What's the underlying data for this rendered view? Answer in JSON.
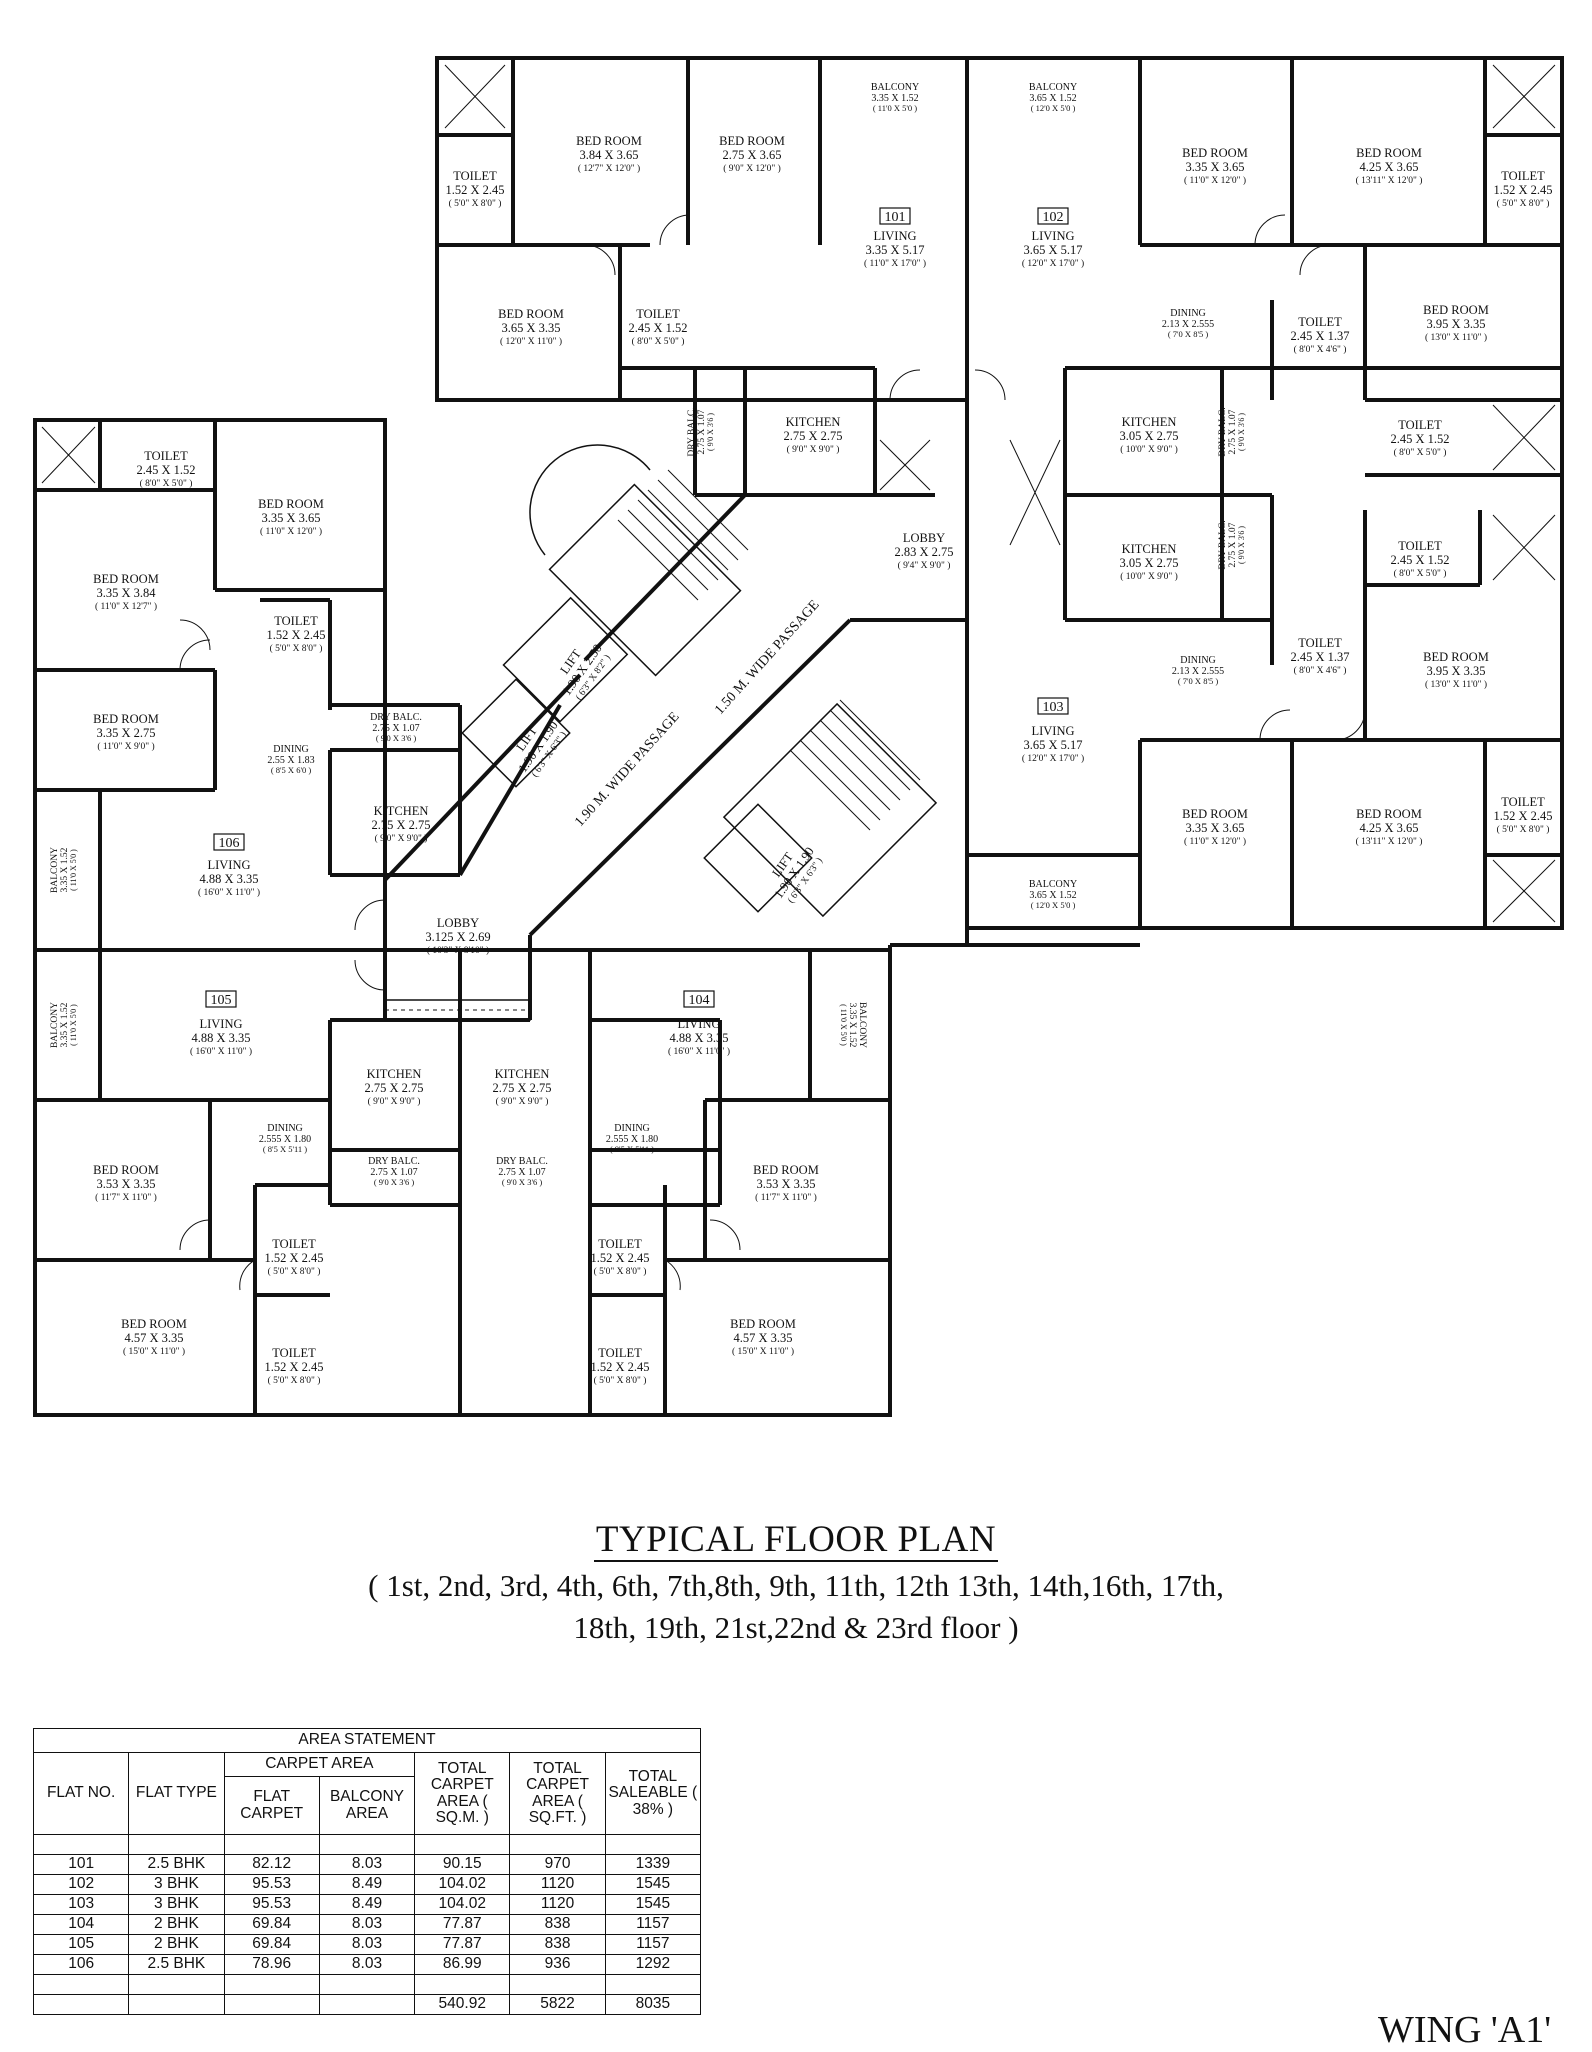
{
  "plan": {
    "rooms": [
      {
        "name": "BED ROOM",
        "dim": "3.84 X 3.65",
        "ft": "( 12'7\" X 12'0\" )"
      },
      {
        "name": "BED ROOM",
        "dim": "2.75 X 3.65",
        "ft": "( 9'0\" X 12'0\" )"
      },
      {
        "name": "BALCONY",
        "dim": "3.35 X 1.52",
        "ft": "( 11'0 X 5'0 )"
      },
      {
        "name": "BALCONY",
        "dim": "3.65 X 1.52",
        "ft": "( 12'0 X 5'0 )"
      },
      {
        "name": "BED ROOM",
        "dim": "3.35 X 3.65",
        "ft": "( 11'0\" X 12'0\" )"
      },
      {
        "name": "BED ROOM",
        "dim": "4.25 X 3.65",
        "ft": "( 13'11\" X 12'0\" )"
      },
      {
        "name": "TOILET",
        "dim": "1.52 X 2.45",
        "ft": "( 5'0\" X 8'0\" )"
      },
      {
        "name": "TOILET",
        "dim": "1.52 X 2.45",
        "ft": "( 5'0\" X 8'0\" )"
      },
      {
        "name": "LIVING",
        "dim": "3.35 X 5.17",
        "ft": "( 11'0\" X 17'0\" )"
      },
      {
        "name": "LIVING",
        "dim": "3.65 X 5.17",
        "ft": "( 12'0\" X 17'0\" )"
      },
      {
        "name": "BED ROOM",
        "dim": "3.65 X 3.35",
        "ft": "( 12'0\" X 11'0\" )"
      },
      {
        "name": "TOILET",
        "dim": "2.45 X 1.52",
        "ft": "( 8'0\" X 5'0\" )"
      },
      {
        "name": "DINING",
        "dim": "2.13 X 2.555",
        "ft": "( 7'0 X 8'5 )"
      },
      {
        "name": "TOILET",
        "dim": "2.45 X 1.37",
        "ft": "( 8'0\" X 4'6\" )"
      },
      {
        "name": "BED ROOM",
        "dim": "3.95 X 3.35",
        "ft": "( 13'0\" X 11'0\" )"
      },
      {
        "name": "KITCHEN",
        "dim": "2.75 X 2.75",
        "ft": "( 9'0\" X 9'0\" )"
      },
      {
        "name": "KITCHEN",
        "dim": "3.05 X 2.75",
        "ft": "( 10'0\" X 9'0\" )"
      },
      {
        "name": "TOILET",
        "dim": "2.45 X 1.52",
        "ft": "( 8'0\" X 5'0\" )"
      },
      {
        "name": "TOILET",
        "dim": "2.45 X 1.52",
        "ft": "( 8'0\" X 5'0\" )"
      },
      {
        "name": "BED ROOM",
        "dim": "3.35 X 3.65",
        "ft": "( 11'0\" X 12'0\" )"
      },
      {
        "name": "LOBBY",
        "dim": "2.83 X 2.75",
        "ft": "( 9'4\" X 9'0\" )"
      },
      {
        "name": "KITCHEN",
        "dim": "3.05 X 2.75",
        "ft": "( 10'0\" X 9'0\" )"
      },
      {
        "name": "TOILET",
        "dim": "2.45 X 1.52",
        "ft": "( 8'0\" X 5'0\" )"
      },
      {
        "name": "BED ROOM",
        "dim": "3.35 X 3.84",
        "ft": "( 11'0\" X 12'7\" )"
      },
      {
        "name": "TOILET",
        "dim": "1.52 X 2.45",
        "ft": "( 5'0\" X 8'0\" )"
      },
      {
        "name": "LIFT",
        "dim": "1.90 X 2.50",
        "ft": "( 6'3\" X 8'2\" )"
      },
      {
        "name": "DINING",
        "dim": "2.13 X 2.555",
        "ft": "( 7'0 X 8'5 )"
      },
      {
        "name": "TOILET",
        "dim": "2.45 X 1.37",
        "ft": "( 8'0\" X 4'6\" )"
      },
      {
        "name": "BED ROOM",
        "dim": "3.95 X 3.35",
        "ft": "( 13'0\" X 11'0\" )"
      },
      {
        "name": "BED ROOM",
        "dim": "3.35 X 2.75",
        "ft": "( 11'0\" X 9'0\" )"
      },
      {
        "name": "DRY BALC.",
        "dim": "2.75 X 1.07",
        "ft": "( 9'0 X 3'6 )"
      },
      {
        "name": "DINING",
        "dim": "2.55 X 1.83",
        "ft": "( 8'5 X 6'0 )"
      },
      {
        "name": "LIFT",
        "dim": "1.90 X 1.90",
        "ft": "( 6'3\" X 6'3\" )"
      },
      {
        "name": "LIVING",
        "dim": "3.65 X 5.17",
        "ft": "( 12'0\" X 17'0\" )"
      },
      {
        "name": "KITCHEN",
        "dim": "2.75 X 2.75",
        "ft": "( 9'0\" X 9'0\" )"
      },
      {
        "name": "BED ROOM",
        "dim": "3.35 X 3.65",
        "ft": "( 11'0\" X 12'0\" )"
      },
      {
        "name": "BED ROOM",
        "dim": "4.25 X 3.65",
        "ft": "( 13'11\" X 12'0\" )"
      },
      {
        "name": "TOILET",
        "dim": "1.52 X 2.45",
        "ft": "( 5'0\" X 8'0\" )"
      },
      {
        "name": "LIVING",
        "dim": "4.88 X 3.35",
        "ft": "( 16'0\" X 11'0\" )"
      },
      {
        "name": "LIFT",
        "dim": "1.90 X 1.90",
        "ft": "( 6'3\" X 6'3\" )"
      },
      {
        "name": "BALCONY",
        "dim": "3.65 X 1.52",
        "ft": "( 12'0 X 5'0 )"
      },
      {
        "name": "LOBBY",
        "dim": "3.125 X 2.69",
        "ft": "( 10'3\" X 8'10\" )"
      },
      {
        "name": "LIVING",
        "dim": "4.88 X 3.35",
        "ft": "( 16'0\" X 11'0\" )"
      },
      {
        "name": "LIVING",
        "dim": "4.88 X 3.35",
        "ft": "( 16'0\" X 11'0\" )"
      },
      {
        "name": "KITCHEN",
        "dim": "2.75 X 2.75",
        "ft": "( 9'0\" X 9'0\" )"
      },
      {
        "name": "KITCHEN",
        "dim": "2.75 X 2.75",
        "ft": "( 9'0\" X 9'0\" )"
      },
      {
        "name": "DINING",
        "dim": "2.555 X 1.80",
        "ft": "( 8'5 X 5'11 )"
      },
      {
        "name": "DINING",
        "dim": "2.555 X 1.80",
        "ft": "( 8'5 X 5'11 )"
      },
      {
        "name": "BED ROOM",
        "dim": "3.53 X 3.35",
        "ft": "( 11'7\" X 11'0\" )"
      },
      {
        "name": "BED ROOM",
        "dim": "3.53 X 3.35",
        "ft": "( 11'7\" X 11'0\" )"
      },
      {
        "name": "DRY BALC.",
        "dim": "2.75 X 1.07",
        "ft": "( 9'0 X 3'6 )"
      },
      {
        "name": "DRY BALC.",
        "dim": "2.75 X 1.07",
        "ft": "( 9'0 X 3'6 )"
      },
      {
        "name": "TOILET",
        "dim": "1.52 X 2.45",
        "ft": "( 5'0\" X 8'0\" )"
      },
      {
        "name": "TOILET",
        "dim": "1.52 X 2.45",
        "ft": "( 5'0\" X 8'0\" )"
      },
      {
        "name": "BED ROOM",
        "dim": "4.57 X 3.35",
        "ft": "( 15'0\" X 11'0\" )"
      },
      {
        "name": "BED ROOM",
        "dim": "4.57 X 3.35",
        "ft": "( 15'0\" X 11'0\" )"
      },
      {
        "name": "TOILET",
        "dim": "1.52 X 2.45",
        "ft": "( 5'0\" X 8'0\" )"
      },
      {
        "name": "TOILET",
        "dim": "1.52 X 2.45",
        "ft": "( 5'0\" X 8'0\" )"
      }
    ],
    "rotated_labels": [
      {
        "name": "DRY BALC.",
        "dim": "2.75 X 1.07",
        "ft": "( 9'0 X 3'6 )"
      },
      {
        "name": "DRY BALC.",
        "dim": "2.75 X 1.07",
        "ft": "( 9'0 X 3'6 )"
      },
      {
        "name": "DRY BALC.",
        "dim": "2.75 X 1.07",
        "ft": "( 9'0 X 3'6 )"
      },
      {
        "name": "BALCONY",
        "dim": "3.35 X 1.52",
        "ft": "( 11'0 X 5'0 )"
      },
      {
        "name": "BALCONY",
        "dim": "3.35 X 1.52",
        "ft": "( 11'0 X 5'0 )"
      },
      {
        "name": "BALCONY",
        "dim": "3.35 X 1.52",
        "ft": "( 11'0 X 5'0 )"
      }
    ],
    "flat_numbers": [
      "101",
      "102",
      "103",
      "106",
      "105",
      "104"
    ],
    "passages": [
      "1.50 M. WIDE PASSAGE",
      "1.90 M. WIDE PASSAGE"
    ]
  },
  "title": "TYPICAL FLOOR PLAN",
  "subtitle_line1": "( 1st, 2nd, 3rd, 4th, 6th, 7th,8th, 9th, 11th, 12th 13th, 14th,16th, 17th,",
  "subtitle_line2": "18th, 19th, 21st,22nd & 23rd floor )",
  "area_statement": {
    "title": "AREA STATEMENT",
    "headers": {
      "flat_no": "FLAT NO.",
      "flat_type": "FLAT TYPE",
      "carpet_area": "CARPET AREA",
      "flat_carpet": "FLAT CARPET",
      "balcony_area": "BALCONY AREA",
      "total_sqm": "TOTAL CARPET AREA ( SQ.M. )",
      "total_sqft": "TOTAL CARPET AREA ( SQ.FT. )",
      "total_saleable": "TOTAL SALEABLE ( 38% )"
    },
    "rows": [
      {
        "flat_no": "101",
        "type": "2.5 BHK",
        "flat_carpet": "82.12",
        "balcony": "8.03",
        "total_sqm": "90.15",
        "total_sqft": "970",
        "saleable": "1339"
      },
      {
        "flat_no": "102",
        "type": "3 BHK",
        "flat_carpet": "95.53",
        "balcony": "8.49",
        "total_sqm": "104.02",
        "total_sqft": "1120",
        "saleable": "1545"
      },
      {
        "flat_no": "103",
        "type": "3 BHK",
        "flat_carpet": "95.53",
        "balcony": "8.49",
        "total_sqm": "104.02",
        "total_sqft": "1120",
        "saleable": "1545"
      },
      {
        "flat_no": "104",
        "type": "2 BHK",
        "flat_carpet": "69.84",
        "balcony": "8.03",
        "total_sqm": "77.87",
        "total_sqft": "838",
        "saleable": "1157"
      },
      {
        "flat_no": "105",
        "type": "2 BHK",
        "flat_carpet": "69.84",
        "balcony": "8.03",
        "total_sqm": "77.87",
        "total_sqft": "838",
        "saleable": "1157"
      },
      {
        "flat_no": "106",
        "type": "2.5 BHK",
        "flat_carpet": "78.96",
        "balcony": "8.03",
        "total_sqm": "86.99",
        "total_sqft": "936",
        "saleable": "1292"
      }
    ],
    "totals": {
      "total_sqm": "540.92",
      "total_sqft": "5822",
      "saleable": "8035"
    }
  },
  "wing": "WING 'A1'"
}
